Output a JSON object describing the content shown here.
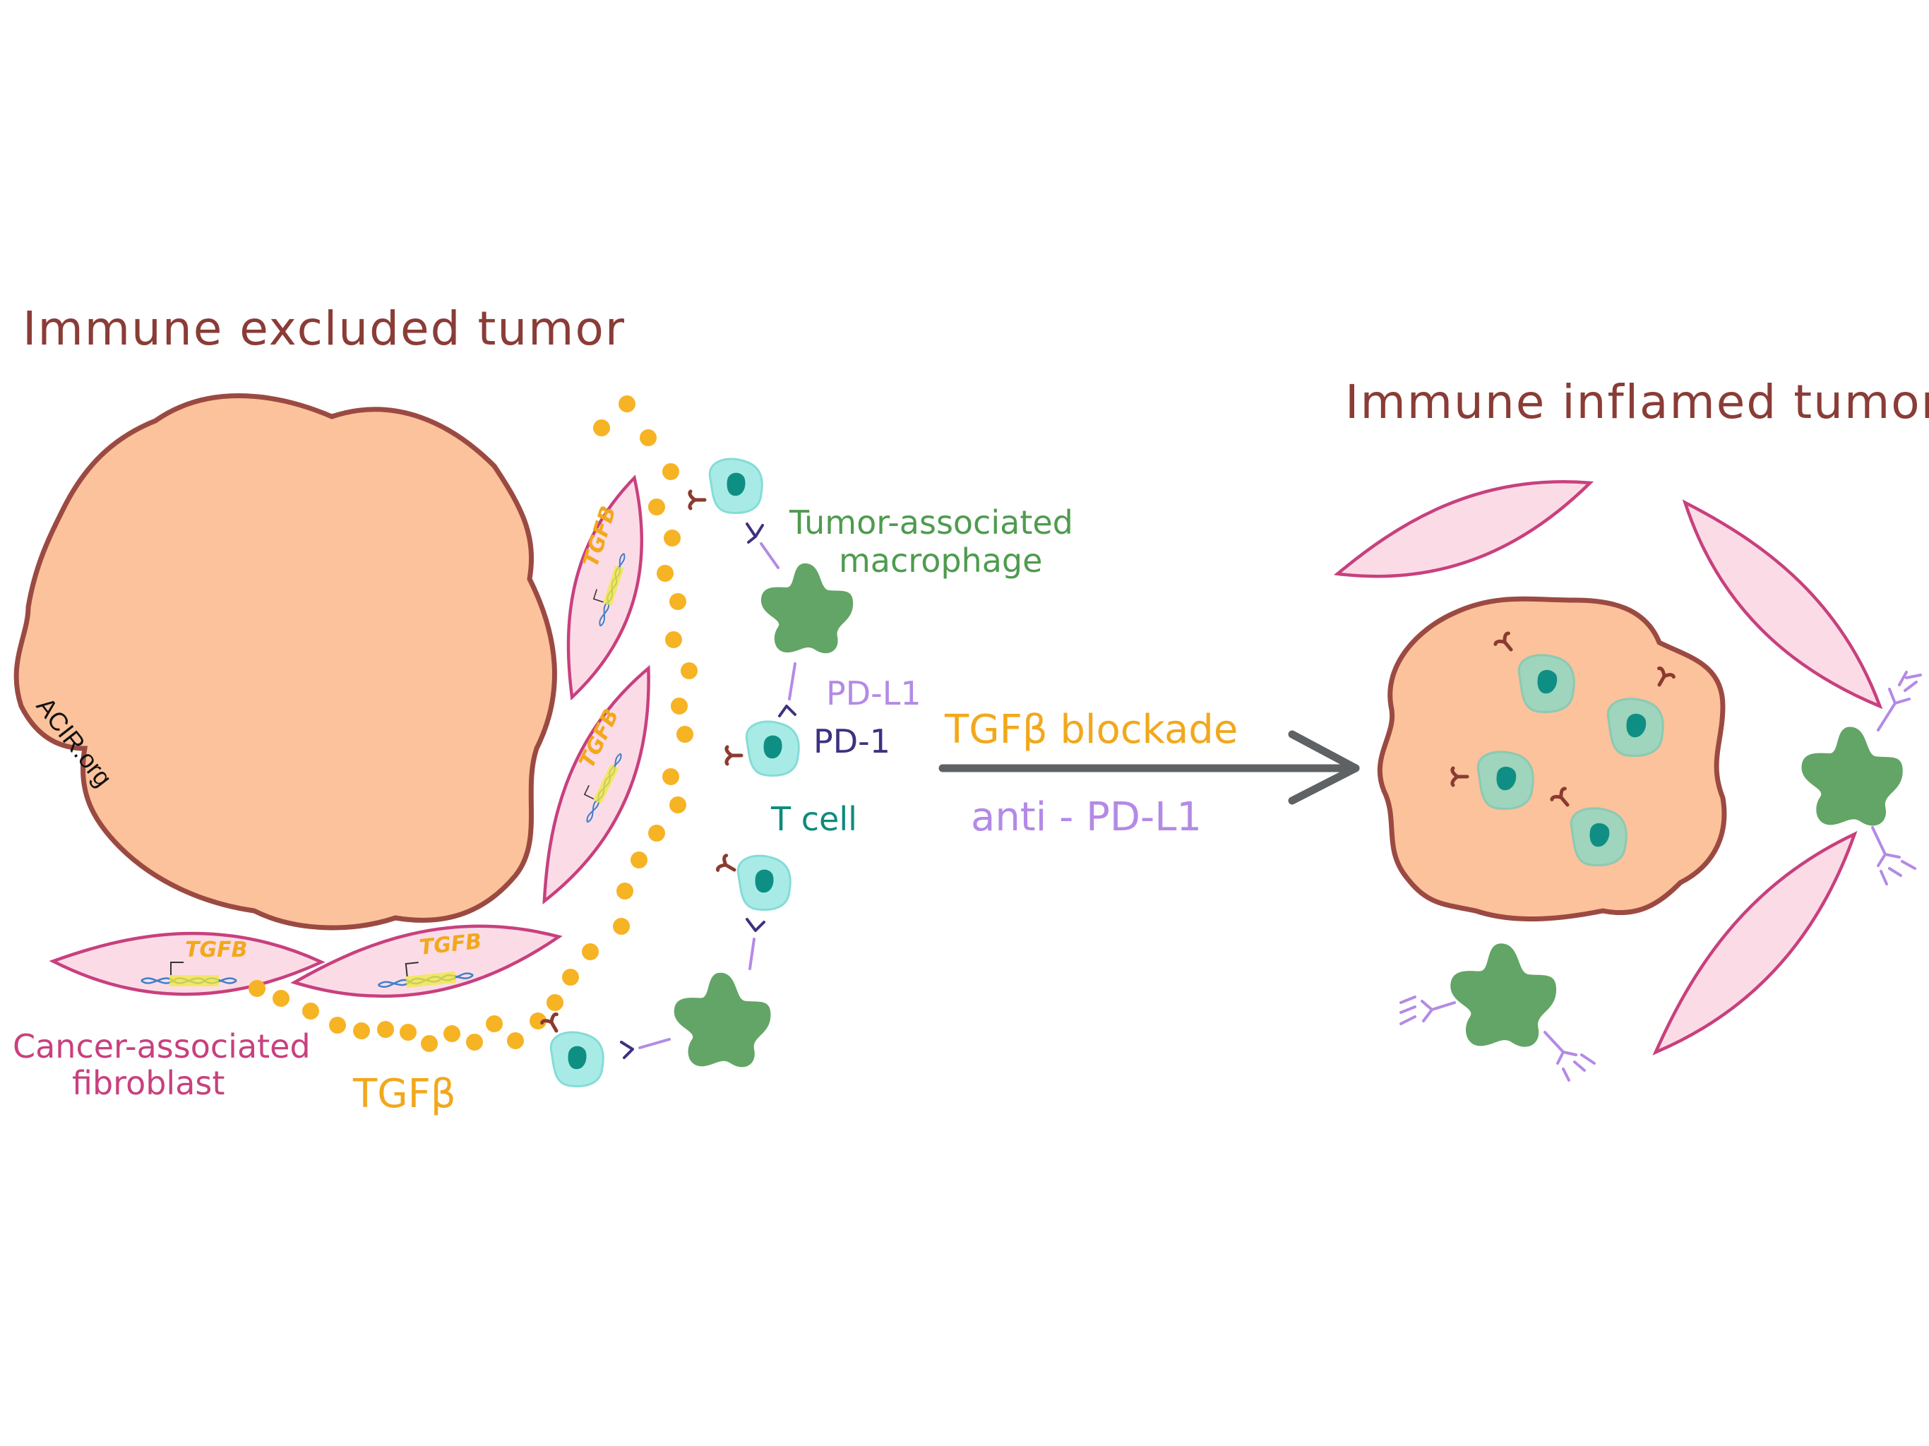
{
  "labels": {
    "left_title": "Immune excluded tumor",
    "right_title": "Immune inflamed tumor",
    "tam": [
      "Tumor-associated",
      "macrophage"
    ],
    "pdl1": "PD-L1",
    "pd1": "PD-1",
    "tcell": "T cell",
    "caf": [
      "Cancer-associated",
      "fibroblast"
    ],
    "tgfb": "TGFβ",
    "blockade": "TGFβ blockade",
    "antipdl1": "anti - PD-L1",
    "gene": "TGFB",
    "watermark": "ACIR.org"
  },
  "colors": {
    "title": "#8a3c36",
    "tumor_fill": "#fbc29c",
    "tumor_stroke": "#9b4a42",
    "fibroblast_fill": "#fbdce6",
    "fibroblast_stroke": "#c8407e",
    "tgfb_dot": "#f6b323",
    "tcell_fill": "#a8ebe6",
    "tcell_nucleus": "#0f8f83",
    "tcell_in_tumor_fill": "#9fd4bd",
    "macrophage": "#62a566",
    "pdl1": "#b38ae6",
    "pd1": "#3c3280",
    "receptor": "#8a3b2f",
    "arrow": "#5f6264",
    "tcell_label": "#0e8a7c",
    "tam_label": "#4f9b4f",
    "caf_label": "#c8407e",
    "tgfb_label": "#f2a81c"
  }
}
